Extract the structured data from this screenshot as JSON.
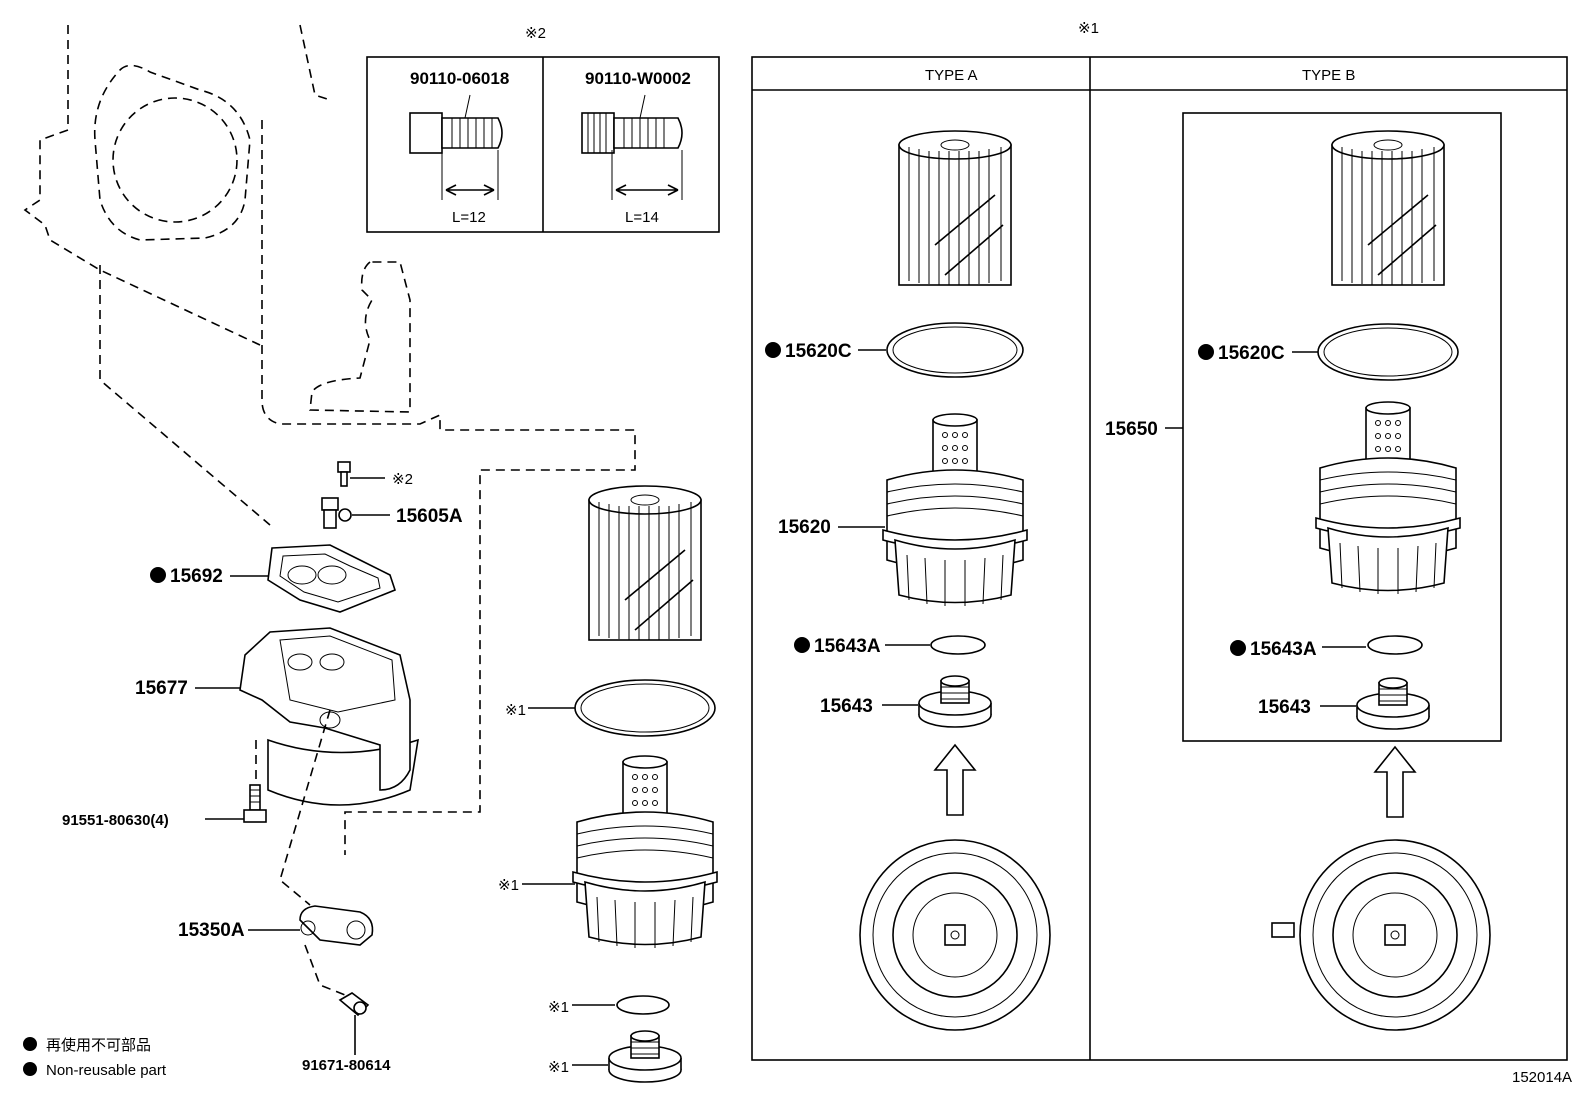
{
  "labels": {
    "p15605A": "15605A",
    "p15692": "15692",
    "p15677": "15677",
    "p91551": "91551-80630(4)",
    "p15350A": "15350A",
    "p91671": "91671-80614",
    "ref2": "※2",
    "ref1_left_ring": "※1",
    "ref1_left_cap": "※1",
    "ref1_left_oring": "※1",
    "ref1_left_plug": "※1"
  },
  "inset_box": {
    "ref": "※2",
    "left_part": "90110-06018",
    "left_len": "L=12",
    "right_part": "90110-W0002",
    "right_len": "L=14"
  },
  "type_panels": {
    "ref": "※1",
    "type_a": {
      "title": "TYPE A",
      "p15620C": "15620C",
      "p15620": "15620",
      "p15643A": "15643A",
      "p15643": "15643"
    },
    "type_b": {
      "title": "TYPE B",
      "p15650": "15650",
      "p15620C": "15620C",
      "p15643A": "15643A",
      "p15643": "15643"
    }
  },
  "legend": {
    "jp": "再使用不可部品",
    "en": "Non-reusable part"
  },
  "figure_id": "152014A"
}
